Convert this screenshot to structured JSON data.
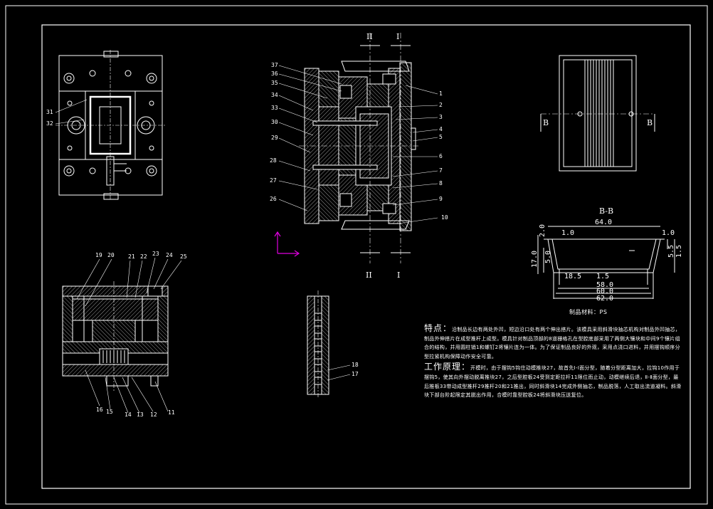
{
  "section_labels": {
    "II_top": "II",
    "I_top": "I",
    "II_bottom": "II",
    "I_bottom": "I",
    "B_left": "B",
    "B_right": "B",
    "BB_title": "B-B"
  },
  "part_numbers": {
    "n1": "1",
    "n2": "2",
    "n3": "3",
    "n4": "4",
    "n5": "5",
    "n6": "6",
    "n7": "7",
    "n8": "8",
    "n9": "9",
    "n10": "10",
    "n11": "11",
    "n12": "12",
    "n13": "13",
    "n14": "14",
    "n15": "15",
    "n16": "16",
    "n17": "17",
    "n18": "18",
    "n19": "19",
    "n20": "20",
    "n21": "21",
    "n22": "22",
    "n23": "23",
    "n24": "24",
    "n25": "25",
    "n26": "26",
    "n27": "27",
    "n28": "28",
    "n29": "29",
    "n30": "30",
    "n31": "31",
    "n32": "32",
    "n33": "33",
    "n34": "34",
    "n35": "35",
    "n36": "36",
    "n37": "37"
  },
  "dimensions": {
    "d64": "64.0",
    "d1_left": "1.0",
    "d1_right": "1.0",
    "d2": "2.0",
    "d5_left": "5.0",
    "d17": "17.0",
    "d18_5": "18.5",
    "d1_5_bottom": "1.5",
    "d5_5": "5.5",
    "d1_5_right": "1.5",
    "d58": "58.0",
    "d60": "60.0",
    "d62": "62.0"
  },
  "material": "制品材料：PS",
  "features_heading": "特点：",
  "features_text": "沿制品长边有两处外凹，短边沿口处有两个伸出搭片。该模具采用斜滑块抽芯机构对制品外凹抽芯，制品外伸搭片在成型推杆上成型。模具针对制品顶部的8道栅格孔在型腔底部采用了两侧大镶块和中间9个镶片组合的结构，并用圆柱销1和螺钉2将镶片连为一体。为了保证制品良好的外观，采用点浇口进料，并用摆钩顺序分型拉紧机构保障动作安全可靠。",
  "principle_heading": "工作原理：",
  "principle_text": "开模时，由于摆钩5钩住动模推块27，故首先Ⅰ-Ⅰ面分型，随着分型距离加大，拉钩10作用于摆钩5，使其向外摆动脱离推块27，之后型腔板24受到定距拉杆11限位而止动，动模继续后退，Ⅱ-Ⅱ面分型，最后推板33带动成型推杆29推杆20和21推出，同时斜滑块14完成外侧抽芯，制品脱落，人工取出流道凝料。斜滑块下部台阶起限定其脱出作用，合模时靠型腔板24将斜滑块压送复位。"
}
